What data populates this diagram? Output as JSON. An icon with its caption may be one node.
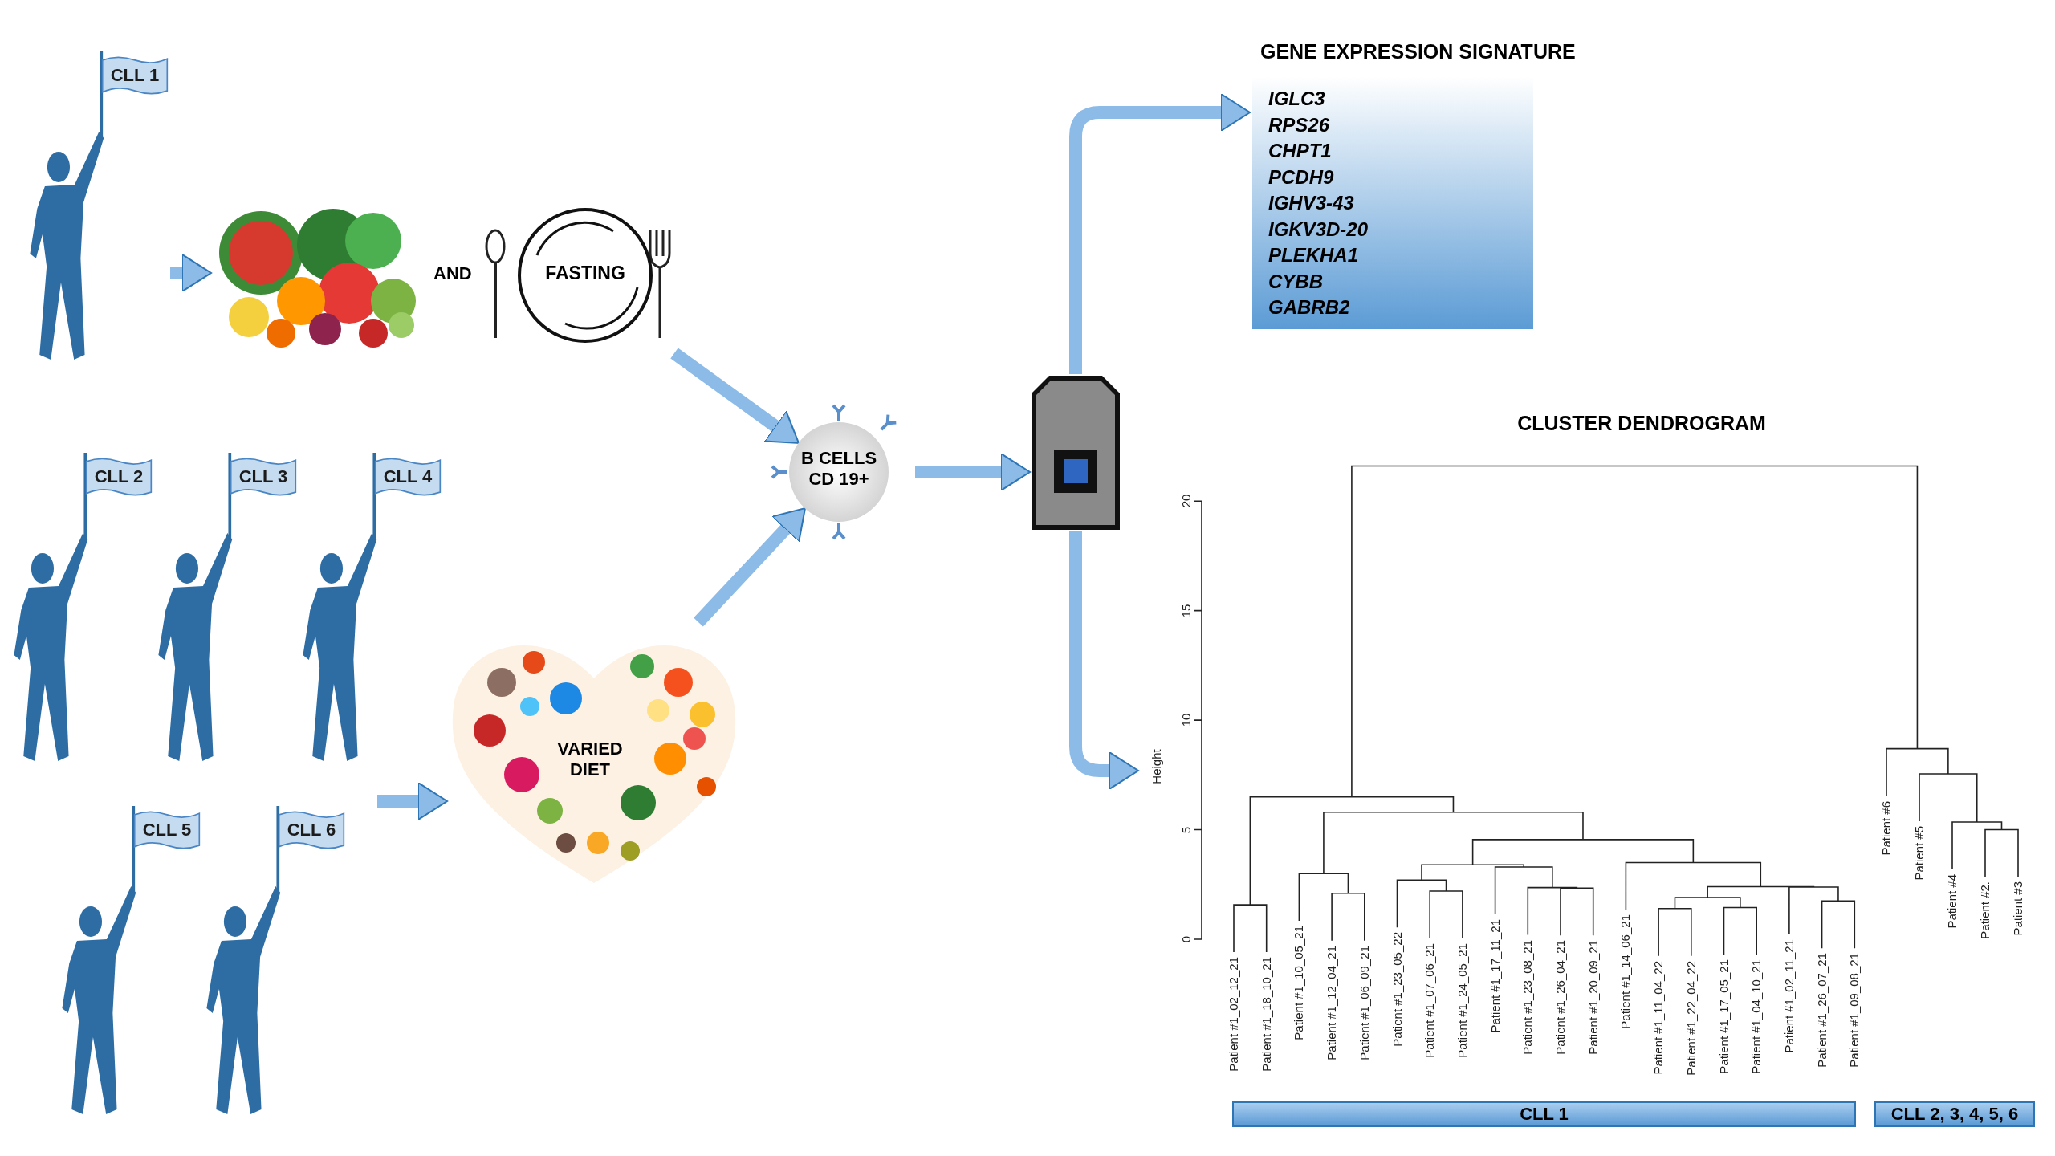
{
  "diagram": {
    "nodes": [
      {
        "text": [
          "CLL 1"
        ]
      },
      {
        "text": [],
        "shape": "picture"
      },
      {
        "text": [
          "FASTING"
        ]
      },
      {
        "text": [
          "CLL 2"
        ]
      },
      {
        "text": [
          "CLL 3"
        ]
      },
      {
        "text": [
          "CLL 4"
        ]
      },
      {
        "text": [
          "CLL 5"
        ]
      },
      {
        "text": [
          "CLL 6"
        ]
      },
      {
        "text": [
          "VARIED DIET"
        ]
      },
      {
        "text": [
          "B CELLS CD 19+"
        ]
      },
      {
        "text": [],
        "shape": "picture"
      },
      {
        "text": [
          "GENE EXPRESSION SIGNATURE",
          "IGLC3",
          "RPS26",
          "CHPT1",
          "PCDH9",
          "IGHV3-43",
          "IGKV3D-20",
          "PLEKHA1",
          "CYBB",
          "GABRB2"
        ]
      },
      {
        "text": [
          "CLUSTER DENDROGRAM"
        ]
      },
      {
        "text": [
          "CLL 1"
        ]
      },
      {
        "text": [
          "CLL 2, 3, 4, 5, 6"
        ]
      }
    ],
    "edges": [
      {
        "from": 0,
        "to": 1,
        "arrow": "to"
      },
      {
        "from": 2,
        "to": 9,
        "arrow": "to"
      },
      {
        "from": null,
        "to": 8,
        "arrow": "to"
      },
      {
        "from": 8,
        "to": 9,
        "arrow": "to"
      },
      {
        "from": 9,
        "to": 10,
        "arrow": "to"
      },
      {
        "from": 10,
        "to": 11,
        "arrow": "to"
      },
      {
        "from": 10,
        "to": 12,
        "arrow": "to"
      }
    ],
    "labels": [
      "AND",
      "Height",
      "20",
      "15",
      "10",
      "5",
      "0",
      "Patient #1_02_12_21",
      "Patient #1_18_10_21",
      "Patient #1_10_05_21",
      "Patient #1_12_04_21",
      "Patient #1_06_09_21",
      "Patient #1_23_05_22",
      "Patient #1_07_06_21",
      "Patient #1_24_05_21",
      "Patient #1_17_11_21",
      "Patient #1_23_08_21",
      "Patient #1_26_04_21",
      "Patient #1_20_09_21",
      "Patient #1_14_06_21",
      "Patient #1_11_04_22",
      "Patient #1_22_04_22",
      "Patient #1_17_05_21",
      "Patient #1_04_10_21",
      "Patient #1_02_11_21",
      "Patient #1_26_07_21",
      "Patient #1_09_08_21",
      "Patient #6",
      "Patient #5",
      "Patient #4",
      "Patient #2.",
      "Patient #3"
    ]
  }
}
